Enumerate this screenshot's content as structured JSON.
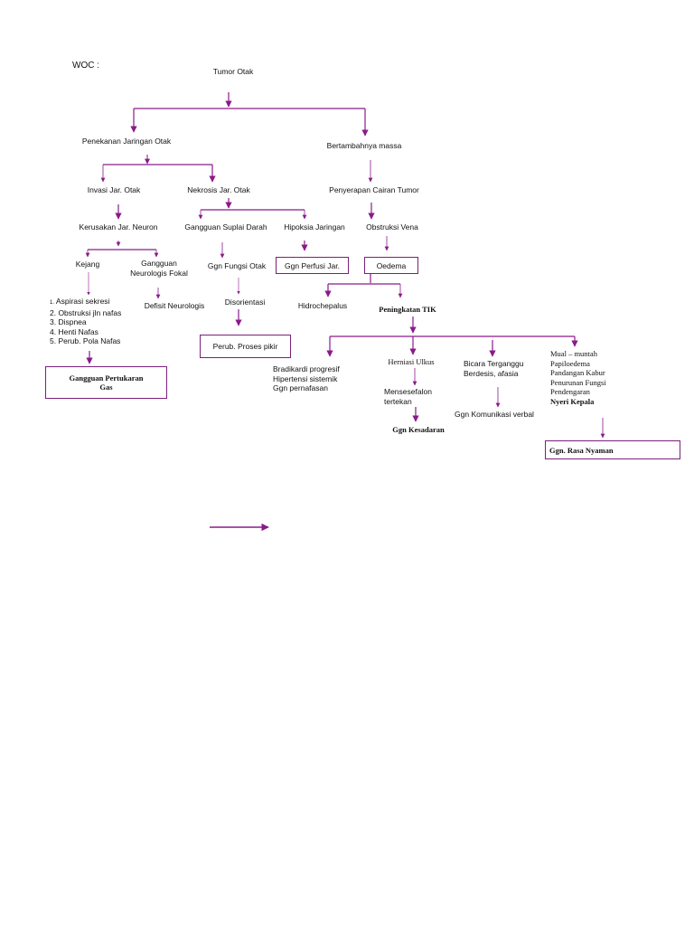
{
  "header": {
    "label": "WOC :"
  },
  "nodes": {
    "root": "Tumor Otak",
    "penekanan": "Penekanan Jaringan Otak",
    "bertambah": "Bertambahnya massa",
    "invasi": "Invasi Jar. Otak",
    "nekrosis": "Nekrosis Jar. Otak",
    "penyerapan": "Penyerapan Cairan Tumor",
    "kerusakan": "Kerusakan Jar. Neuron",
    "gangguan_suplai": "Gangguan Suplai Darah",
    "hipoksia": "Hipoksia Jaringan",
    "obstruksi_vena": "Obstruksi Vena",
    "kejang": "Kejang",
    "gangguan_neuro": [
      "Gangguan",
      "Neurologis Fokal"
    ],
    "ggn_fungsi": "Ggn Fungsi Otak",
    "ggn_perfusi": "Ggn Perfusi Jar.",
    "oedema": "Oedema",
    "kejang_list": [
      "Aspirasi sekresi",
      "2. Obstruksi jln nafas",
      "3. Dispnea",
      "4. Henti Nafas",
      "5. Perub. Pola Nafas"
    ],
    "kejang_list_marker": "1.",
    "defisit": "Defisit Neurologis",
    "disorientasi": "Disorientasi",
    "hidrochepalus": "Hidrochepalus",
    "peningkatan": "Peningkatan TIK",
    "gangguan_pertukaran": [
      "Gangguan Pertukaran",
      "Gas"
    ],
    "perub_proses": "Perub. Proses pikir",
    "bradikardi": [
      "Bradikardi progresif",
      "Hipertensi sistemik",
      "Ggn pernafasan"
    ],
    "herniasi": "Herniasi Ulkus",
    "bicara": [
      "Bicara Terganggu",
      "Berdesis, afasia"
    ],
    "mual": [
      "Mual – muntah",
      "Papiloedema",
      "Pandangan Kabur",
      "Penurunan Fungsi",
      "Pendengaran"
    ],
    "nyeri": "Nyeri Kepala",
    "mensesefalon": [
      "Mensesefalon",
      "tertekan"
    ],
    "ggn_komunikasi": "Ggn Komunikasi verbal",
    "ggn_kesadaran": "Ggn Kesadaran",
    "ggn_rasa": "Ggn. Rasa Nyaman"
  },
  "colors": {
    "connector": "#8a1a8a",
    "box_border": "#7b1f7b",
    "text": "#111111"
  }
}
